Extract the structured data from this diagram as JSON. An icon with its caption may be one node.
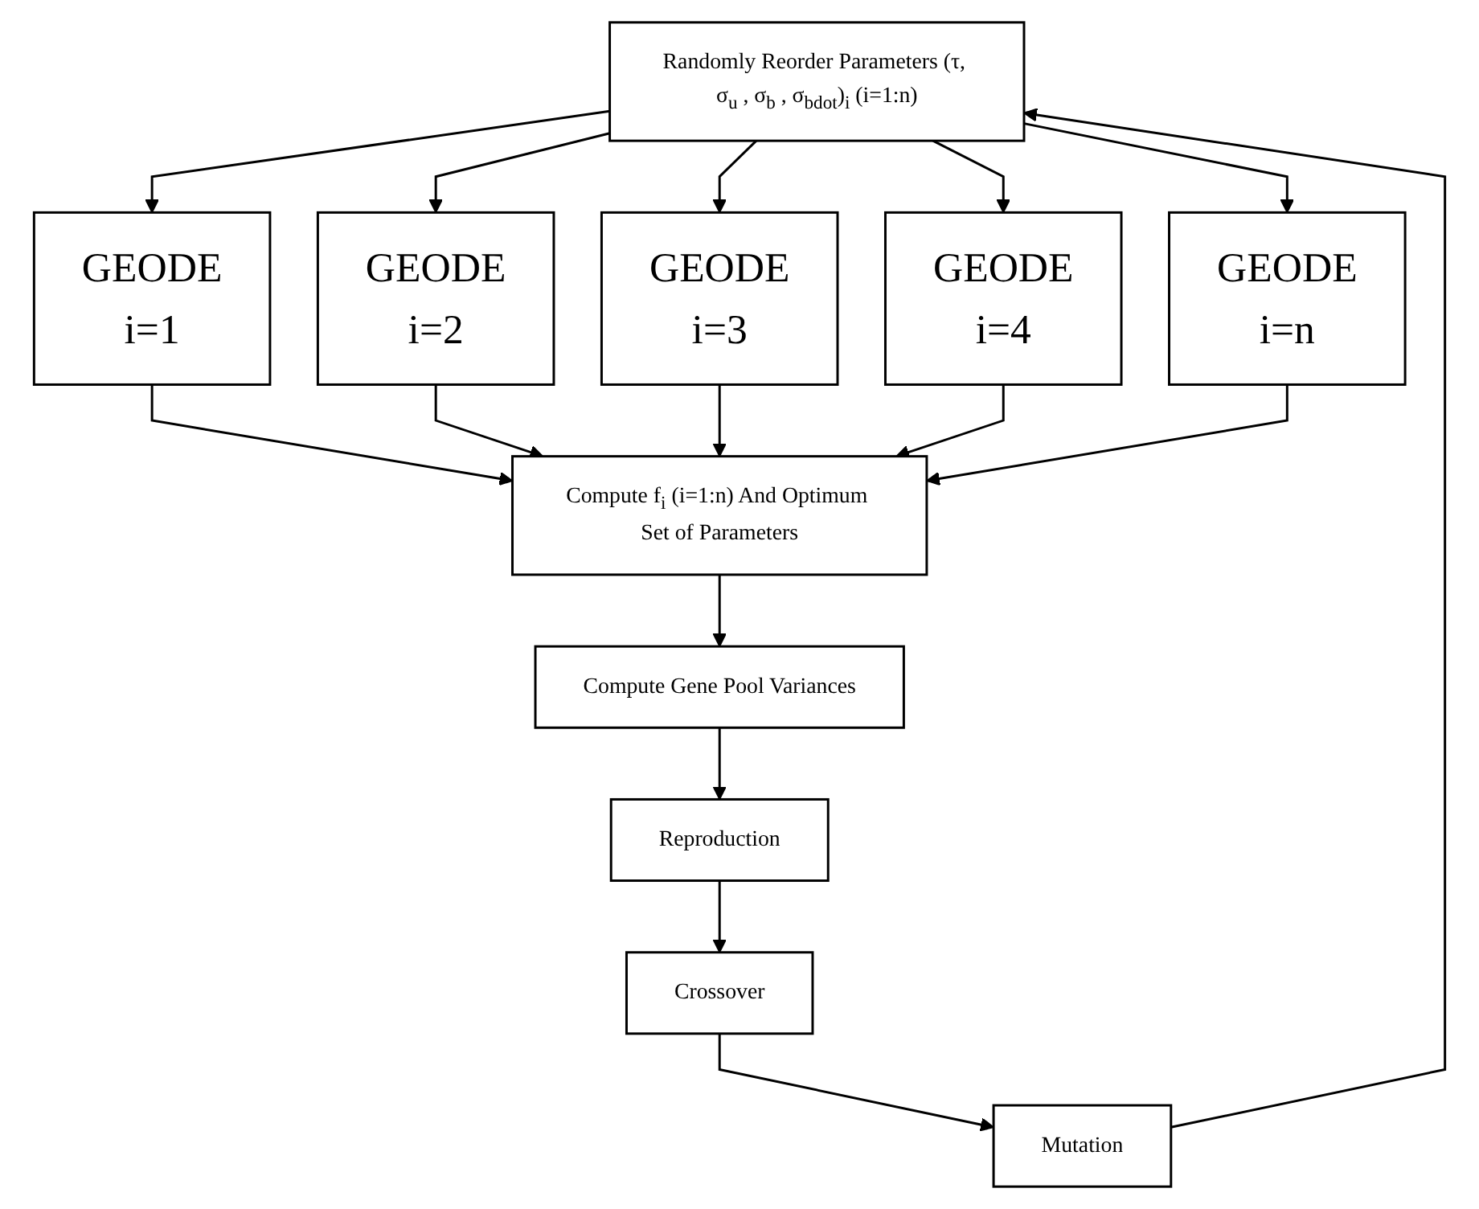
{
  "diagram": {
    "nodes": [
      {
        "text": [
          "Randomly Reorder Parameters (τ, σ$_{u}$ , σ$_{b}$ , σ$_{bdot}$)$_{i}$ (i=1:n)"
        ]
      },
      {
        "text": [
          "GEODE i=1"
        ]
      },
      {
        "text": [
          "GEODE i=2"
        ]
      },
      {
        "text": [
          "GEODE i=3"
        ]
      },
      {
        "text": [
          "GEODE i=4"
        ]
      },
      {
        "text": [
          "GEODE i=n"
        ]
      },
      {
        "text": [
          "Compute Gene Pool Variances"
        ]
      },
      {
        "text": [
          "Compute f$_{i}$ (i=1:n) And Optimum Set of Parameters"
        ]
      },
      {
        "text": [
          "Reproduction"
        ]
      },
      {
        "text": [
          "Crossover"
        ]
      },
      {
        "text": [
          "Mutation"
        ]
      }
    ],
    "edges": [
      {
        "from": 0,
        "to": 1,
        "arrow": "to"
      },
      {
        "from": 0,
        "to": 2,
        "arrow": "to"
      },
      {
        "from": 0,
        "to": 3,
        "arrow": "to"
      },
      {
        "from": 0,
        "to": 4,
        "arrow": "to"
      },
      {
        "from": 0,
        "to": 5,
        "arrow": "to"
      },
      {
        "from": 1,
        "to": 7,
        "arrow": "to"
      },
      {
        "from": 2,
        "to": 7,
        "arrow": "to"
      },
      {
        "from": 3,
        "to": 7,
        "arrow": "to"
      },
      {
        "from": 4,
        "to": 7,
        "arrow": "to"
      },
      {
        "from": 5,
        "to": 7,
        "arrow": "to"
      },
      {
        "from": 7,
        "to": 6,
        "arrow": "to"
      },
      {
        "from": 6,
        "to": 8,
        "arrow": "to"
      },
      {
        "from": 8,
        "to": 9,
        "arrow": "to"
      },
      {
        "from": 9,
        "to": 10,
        "arrow": "to"
      },
      {
        "from": 10,
        "to": 0,
        "arrow": "to"
      }
    ]
  }
}
